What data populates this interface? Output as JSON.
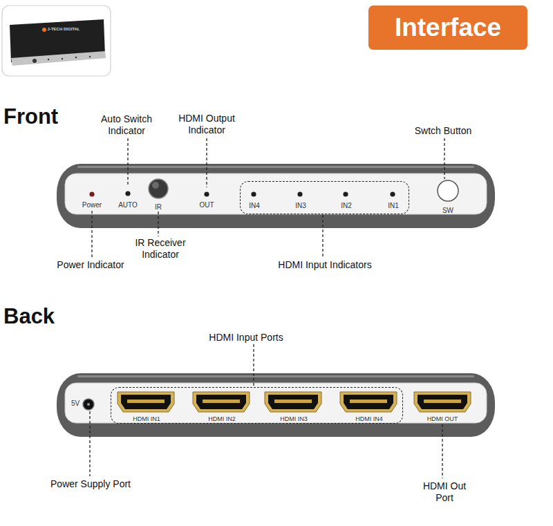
{
  "diagram": {
    "title": "Interface",
    "nodes": [
      {
        "text": [
          "Power",
          "AUTO",
          "IR",
          "OUT",
          "SW"
        ]
      },
      {
        "text": [
          "IN4",
          "IN3",
          "IN2",
          "IN1"
        ],
        "in": 0
      },
      {
        "text": [
          "5V",
          "HDMI OUT"
        ]
      },
      {
        "text": [
          "HDMI IN1",
          "HDMI IN2",
          "HDMI IN3",
          "HDMI IN4"
        ],
        "in": 2
      }
    ],
    "labels": [
      "J-TECH DIGITAL",
      "Front",
      "Auto Switch Indicator",
      "HDMI Output Indicator",
      "Swtch Button",
      "IR Receiver Indicator",
      "Power Indicator",
      "HDMI Input Indicators",
      "Back",
      "HDMI Input Ports",
      "Power Supply Port",
      "HDMI Out Port"
    ]
  }
}
